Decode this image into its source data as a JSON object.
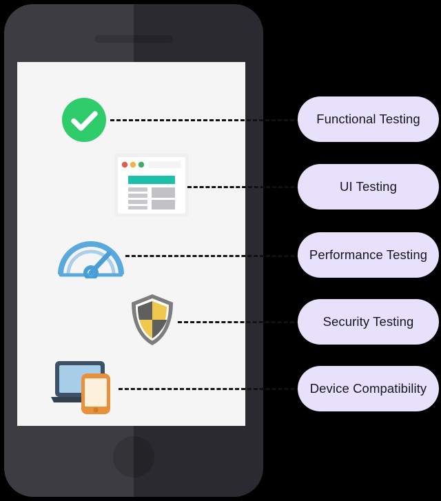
{
  "background_color": "#000000",
  "device": {
    "name": "smartphone-mockup",
    "body_color_left": "#3c3c42",
    "body_color_right": "#2a2a30",
    "screen_color": "#f5f5f5"
  },
  "connector": {
    "style": "dashed",
    "color": "#111111"
  },
  "items": [
    {
      "icon": "green-check-circle-icon",
      "label": "Functional Testing",
      "accent": "#2ecc6b"
    },
    {
      "icon": "browser-window-icon",
      "label": "UI Testing",
      "accent": "#1cbfa8"
    },
    {
      "icon": "speedometer-gauge-icon",
      "label": "Performance Testing",
      "accent": "#57a5da"
    },
    {
      "icon": "shield-icon",
      "label": "Security Testing",
      "accent": "#f0c84e"
    },
    {
      "icon": "laptop-and-phone-icon",
      "label": "Device Compatibility",
      "accent": "#e8903a"
    }
  ],
  "pill": {
    "background": "#e7e1fb",
    "text_color": "#15151f"
  }
}
